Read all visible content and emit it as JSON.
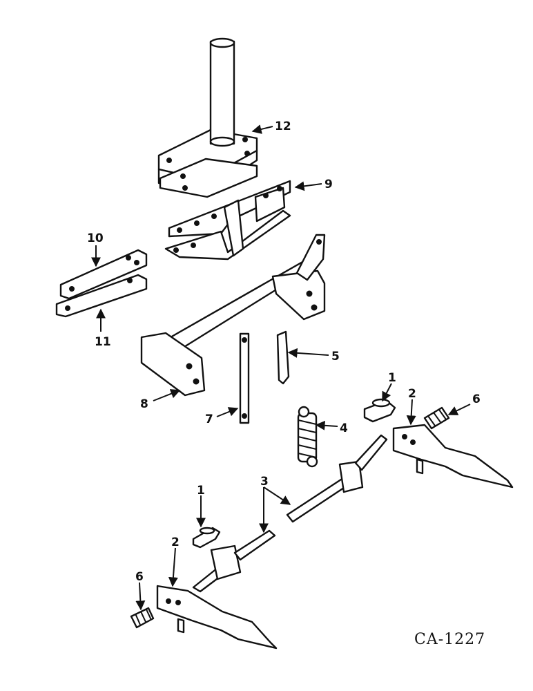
{
  "figure": {
    "code": "CA-1227",
    "callouts": [
      "1",
      "2",
      "3",
      "4",
      "5",
      "6",
      "7",
      "8",
      "9",
      "10",
      "11",
      "12"
    ]
  }
}
